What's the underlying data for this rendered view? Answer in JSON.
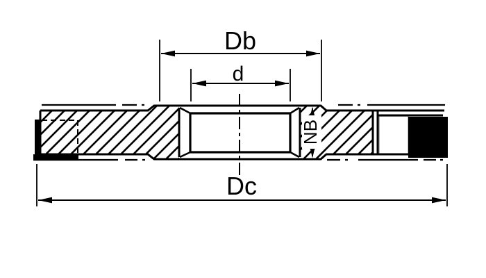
{
  "drawing": {
    "dimension_labels": {
      "boss_diameter": "Db",
      "bore_diameter": "d",
      "overall_diameter": "Dc",
      "boss_width": "NB"
    },
    "colors": {
      "line": "#000000",
      "background": "#ffffff",
      "solid_fill": "#000000"
    }
  }
}
